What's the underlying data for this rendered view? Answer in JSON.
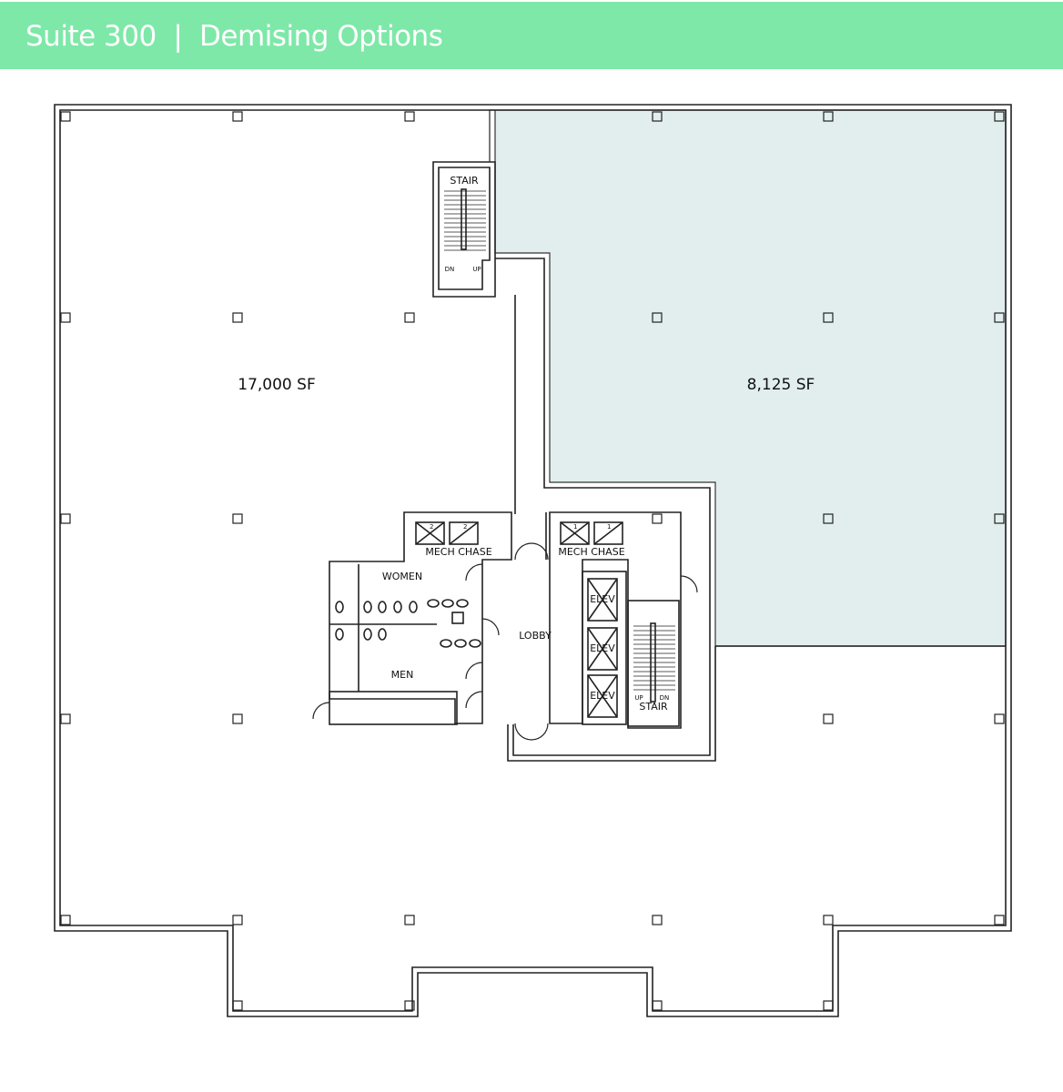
{
  "header": {
    "title": "Suite 300  |  Demising Options",
    "background": "#7ee8a8"
  },
  "plan": {
    "suites": [
      {
        "label": "17,000 SF",
        "fill": "#ffffff"
      },
      {
        "label": "8,125 SF",
        "fill": "#e2eeee"
      }
    ],
    "rooms": {
      "stair_north": "STAIR",
      "stair_north_dn": "DN",
      "stair_north_up": "UP",
      "mech_chase_left": "MECH CHASE",
      "mech_chase_right": "MECH CHASE",
      "chase_left_num": "2",
      "chase_right_num": "1",
      "women": "WOMEN",
      "men": "MEN",
      "lobby": "LOBBY",
      "elev": "ELEV",
      "stair_core": "STAIR",
      "stair_core_up": "UP",
      "stair_core_dn": "DN"
    }
  }
}
